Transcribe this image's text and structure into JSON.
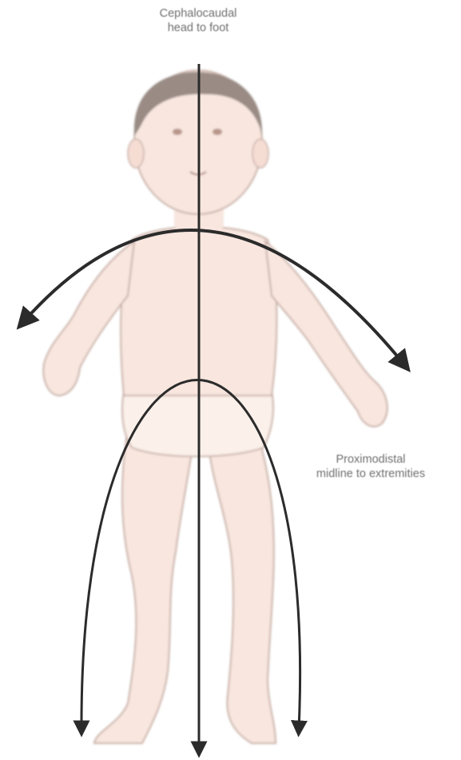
{
  "labels": {
    "cephalocaudal_line1": "Cephalocaudal",
    "cephalocaudal_line2": "head to foot",
    "proximodistal_line1": "Proximodistal",
    "proximodistal_line2": "midline to extremities"
  },
  "colors": {
    "background": "#ffffff",
    "skin": "#f8e6df",
    "outline": "#c9b1a8",
    "hair": "#8d7f79",
    "arrow": "#2b2b2b",
    "text": "#6f6f6f"
  }
}
